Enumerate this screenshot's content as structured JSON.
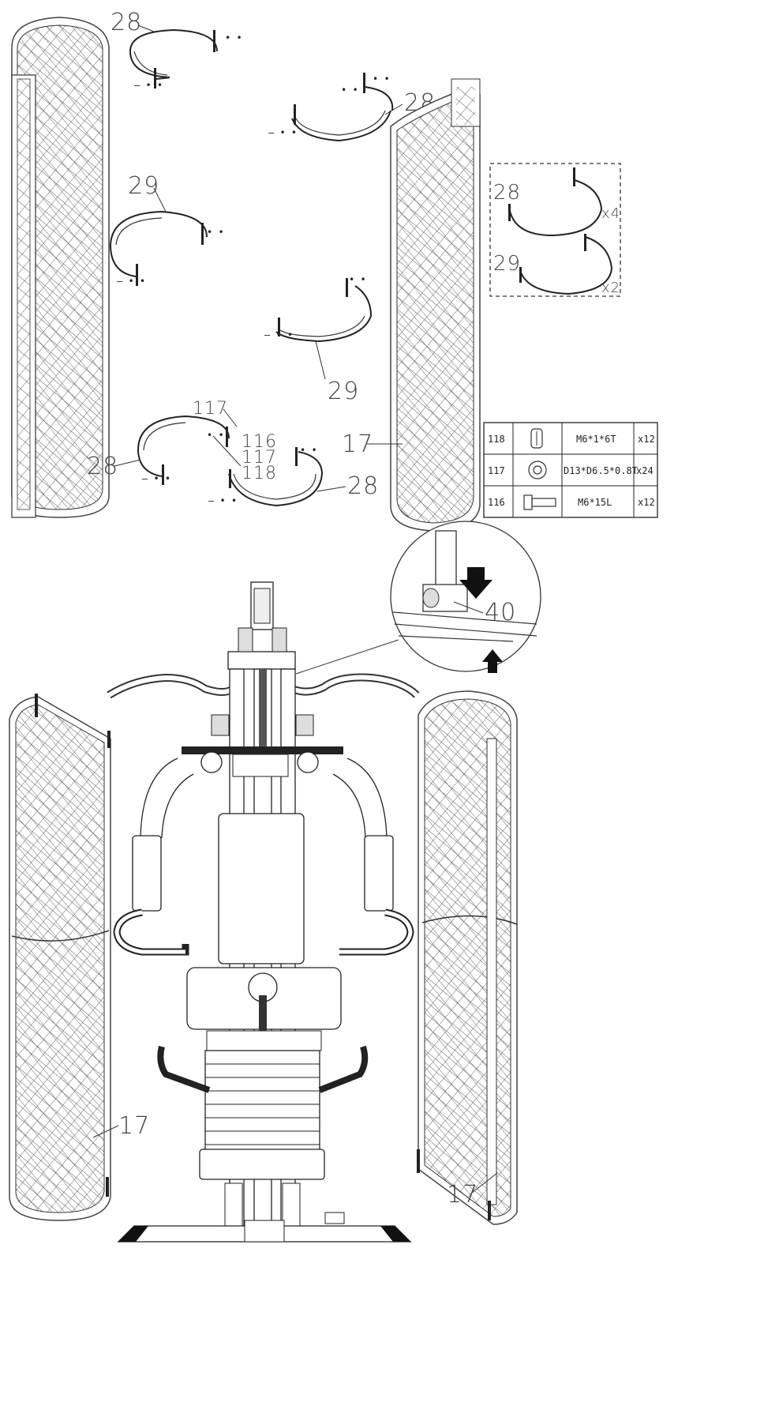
{
  "part_labels": {
    "top_left_28": "28",
    "top_right_28": "28",
    "mid_29": "29",
    "low_29": "29",
    "low_left_28": "28",
    "low_right_28": "28",
    "hw_117": "117",
    "hw_116": "116",
    "hw_117b": "117",
    "hw_118": "118",
    "panel_17_top": "17",
    "panel_17_left": "17",
    "panel_17_right": "17",
    "detail_40": "40"
  },
  "inset": {
    "label_28": "28",
    "qty_28": "x4",
    "label_29": "29",
    "qty_29": "x2"
  },
  "hardware_table": [
    {
      "part": "118",
      "icon": "nut-icon",
      "spec": "M6*1*6T",
      "qty": "x12"
    },
    {
      "part": "117",
      "icon": "washer-icon",
      "spec": "D13*D6.5*0.8T",
      "qty": "x24"
    },
    {
      "part": "116",
      "icon": "bolt-icon",
      "spec": "M6*15L",
      "qty": "x12"
    }
  ]
}
